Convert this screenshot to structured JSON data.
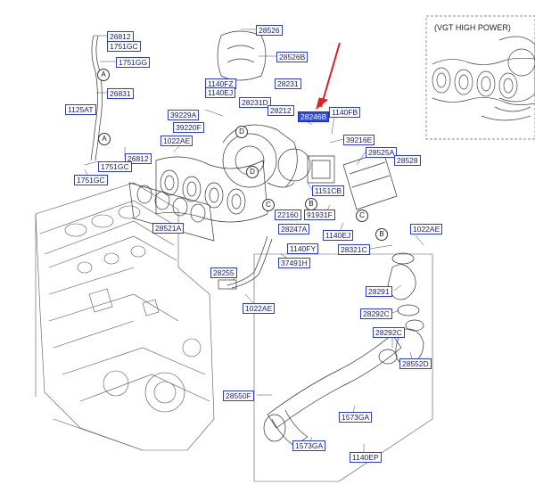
{
  "inset": {
    "title": "(VGT HIGH POWER)"
  },
  "highlight_color": "#2a48e6",
  "pointer_color": "#e02020",
  "parts": [
    {
      "id": "p28526",
      "text": "28526",
      "highlight": false
    },
    {
      "id": "p28526B",
      "text": "28526B",
      "highlight": false
    },
    {
      "id": "p26812a",
      "text": "26812",
      "highlight": false
    },
    {
      "id": "p1751GCa",
      "text": "1751GC",
      "highlight": false
    },
    {
      "id": "p1751GG",
      "text": "1751GG",
      "highlight": false
    },
    {
      "id": "p26831",
      "text": "26831",
      "highlight": false
    },
    {
      "id": "p1125AT",
      "text": "1125AT",
      "highlight": false
    },
    {
      "id": "p1140FZ",
      "text": "1140FZ",
      "highlight": false
    },
    {
      "id": "p1140EJa",
      "text": "1140EJ",
      "highlight": false
    },
    {
      "id": "p28231",
      "text": "28231",
      "highlight": false
    },
    {
      "id": "p28231D",
      "text": "28231D",
      "highlight": false
    },
    {
      "id": "p28212",
      "text": "28212",
      "highlight": false
    },
    {
      "id": "p28246B",
      "text": "28246B",
      "highlight": true
    },
    {
      "id": "p1140FB",
      "text": "1140FB",
      "highlight": false
    },
    {
      "id": "p39229A",
      "text": "39229A",
      "highlight": false
    },
    {
      "id": "p39220F",
      "text": "39220F",
      "highlight": false
    },
    {
      "id": "p39216E",
      "text": "39216E",
      "highlight": false
    },
    {
      "id": "p1022AEa",
      "text": "1022AE",
      "highlight": false
    },
    {
      "id": "p26812b",
      "text": "26812",
      "highlight": false
    },
    {
      "id": "p1751GCb",
      "text": "1751GC",
      "highlight": false
    },
    {
      "id": "p1751GC2",
      "text": "1751GC",
      "highlight": false
    },
    {
      "id": "p28525A",
      "text": "28525A",
      "highlight": false
    },
    {
      "id": "p28528",
      "text": "28528",
      "highlight": false
    },
    {
      "id": "p1151CB",
      "text": "1151CB",
      "highlight": false
    },
    {
      "id": "p22160",
      "text": "22160",
      "highlight": false
    },
    {
      "id": "p91931F",
      "text": "91931F",
      "highlight": false
    },
    {
      "id": "p28521A",
      "text": "28521A",
      "highlight": false
    },
    {
      "id": "p28247A",
      "text": "28247A",
      "highlight": false
    },
    {
      "id": "p1140EJb",
      "text": "1140EJ",
      "highlight": false
    },
    {
      "id": "p1140FY",
      "text": "1140FY",
      "highlight": false
    },
    {
      "id": "p1022AEb",
      "text": "1022AE",
      "highlight": false
    },
    {
      "id": "p28321C",
      "text": "28321C",
      "highlight": false
    },
    {
      "id": "p37491H",
      "text": "37491H",
      "highlight": false
    },
    {
      "id": "p28255",
      "text": "28255",
      "highlight": false
    },
    {
      "id": "p1022AEc",
      "text": "1022AE",
      "highlight": false
    },
    {
      "id": "p28291",
      "text": "28291",
      "highlight": false
    },
    {
      "id": "p28292Ca",
      "text": "28292C",
      "highlight": false
    },
    {
      "id": "p28292Cb",
      "text": "28292C",
      "highlight": false
    },
    {
      "id": "p28552D",
      "text": "28552D",
      "highlight": false
    },
    {
      "id": "p28550F",
      "text": "28550F",
      "highlight": false
    },
    {
      "id": "p1573GAa",
      "text": "1573GA",
      "highlight": false
    },
    {
      "id": "p1573GAb",
      "text": "1573GA",
      "highlight": false
    },
    {
      "id": "p1140EP",
      "text": "1140EP",
      "highlight": false
    }
  ],
  "callouts": [
    {
      "id": "cA1",
      "text": "A"
    },
    {
      "id": "cA2",
      "text": "A"
    },
    {
      "id": "cB1",
      "text": "B"
    },
    {
      "id": "cB2",
      "text": "B"
    },
    {
      "id": "cC1",
      "text": "C"
    },
    {
      "id": "cC2",
      "text": "C"
    },
    {
      "id": "cD1",
      "text": "D"
    },
    {
      "id": "cD2",
      "text": "D"
    }
  ]
}
